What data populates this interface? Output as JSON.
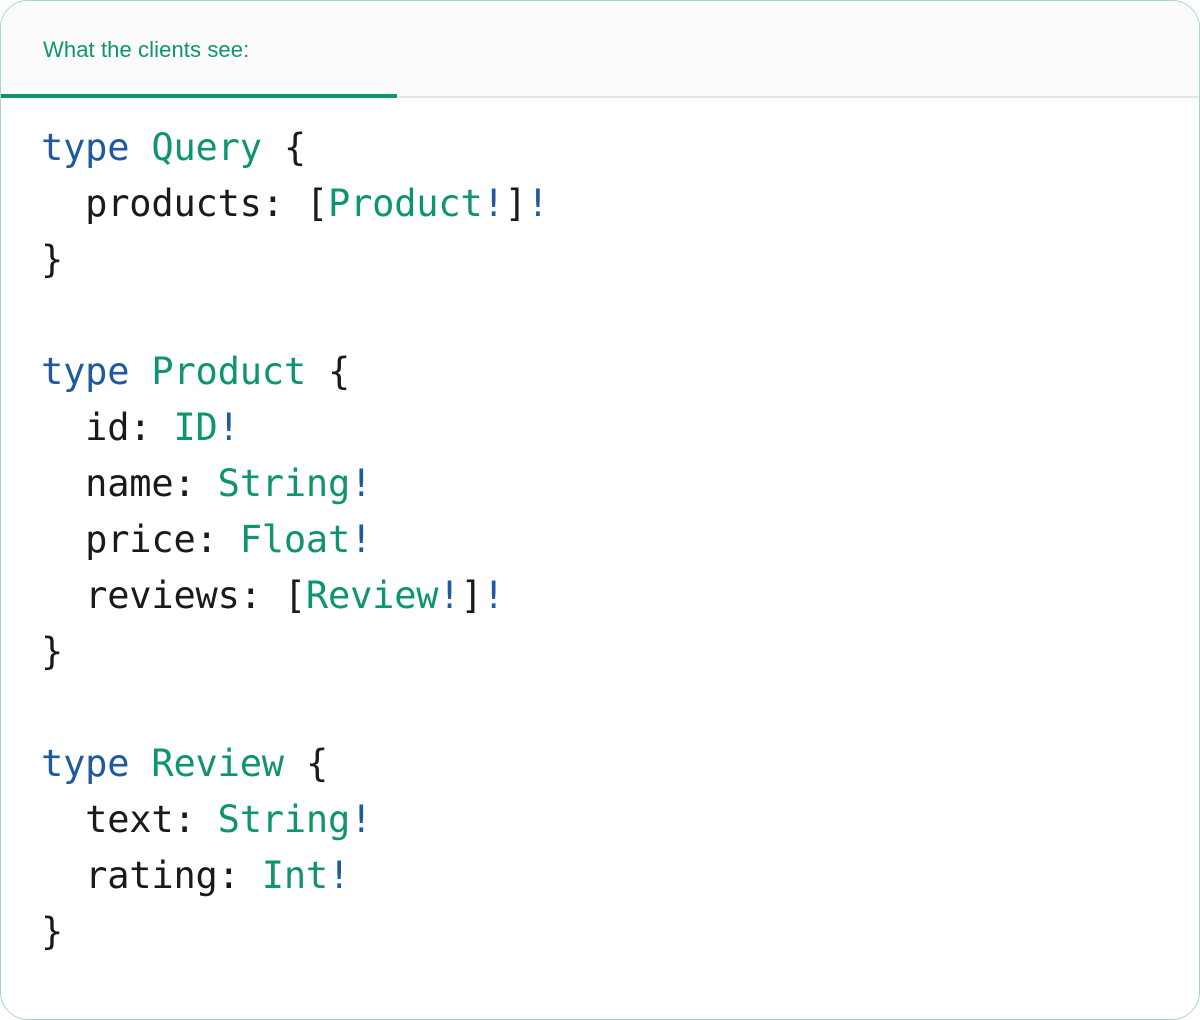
{
  "card": {
    "border_color": "#a9d6c2",
    "background": "#ffffff"
  },
  "header": {
    "background": "#fbfbfb",
    "accent_color": "#0f9471",
    "rule_color": "#e6e6e6",
    "tabs": [
      {
        "label": "What the clients see:",
        "active": true
      }
    ]
  },
  "code": {
    "language": "graphql",
    "colors": {
      "keyword": "#205a9e",
      "type_name": "#0f9471",
      "field_name": "#1a1a1a",
      "punctuation": "#1a1a1a",
      "non_null_bang": "#205a9e",
      "background": "#ffffff"
    },
    "lines": [
      {
        "indent": 0,
        "tokens": [
          {
            "t": "type",
            "c": "kw"
          },
          {
            "t": " ",
            "c": "punct"
          },
          {
            "t": "Query",
            "c": "type"
          },
          {
            "t": " ",
            "c": "punct"
          },
          {
            "t": "{",
            "c": "punct"
          }
        ]
      },
      {
        "indent": 1,
        "tokens": [
          {
            "t": "products:",
            "c": "field"
          },
          {
            "t": " ",
            "c": "punct"
          },
          {
            "t": "[",
            "c": "punct"
          },
          {
            "t": "Product",
            "c": "type"
          },
          {
            "t": "!",
            "c": "bang"
          },
          {
            "t": "]",
            "c": "punct"
          },
          {
            "t": "!",
            "c": "bang"
          }
        ]
      },
      {
        "indent": 0,
        "tokens": [
          {
            "t": "}",
            "c": "punct"
          }
        ]
      },
      {
        "indent": 0,
        "tokens": []
      },
      {
        "indent": 0,
        "tokens": [
          {
            "t": "type",
            "c": "kw"
          },
          {
            "t": " ",
            "c": "punct"
          },
          {
            "t": "Product",
            "c": "type"
          },
          {
            "t": " ",
            "c": "punct"
          },
          {
            "t": "{",
            "c": "punct"
          }
        ]
      },
      {
        "indent": 1,
        "tokens": [
          {
            "t": "id:",
            "c": "field"
          },
          {
            "t": " ",
            "c": "punct"
          },
          {
            "t": "ID",
            "c": "type"
          },
          {
            "t": "!",
            "c": "bang"
          }
        ]
      },
      {
        "indent": 1,
        "tokens": [
          {
            "t": "name:",
            "c": "field"
          },
          {
            "t": " ",
            "c": "punct"
          },
          {
            "t": "String",
            "c": "type"
          },
          {
            "t": "!",
            "c": "bang"
          }
        ]
      },
      {
        "indent": 1,
        "tokens": [
          {
            "t": "price:",
            "c": "field"
          },
          {
            "t": " ",
            "c": "punct"
          },
          {
            "t": "Float",
            "c": "type"
          },
          {
            "t": "!",
            "c": "bang"
          }
        ]
      },
      {
        "indent": 1,
        "tokens": [
          {
            "t": "reviews:",
            "c": "field"
          },
          {
            "t": " ",
            "c": "punct"
          },
          {
            "t": "[",
            "c": "punct"
          },
          {
            "t": "Review",
            "c": "type"
          },
          {
            "t": "!",
            "c": "bang"
          },
          {
            "t": "]",
            "c": "punct"
          },
          {
            "t": "!",
            "c": "bang"
          }
        ]
      },
      {
        "indent": 0,
        "tokens": [
          {
            "t": "}",
            "c": "punct"
          }
        ]
      },
      {
        "indent": 0,
        "tokens": []
      },
      {
        "indent": 0,
        "tokens": [
          {
            "t": "type",
            "c": "kw"
          },
          {
            "t": " ",
            "c": "punct"
          },
          {
            "t": "Review",
            "c": "type"
          },
          {
            "t": " ",
            "c": "punct"
          },
          {
            "t": "{",
            "c": "punct"
          }
        ]
      },
      {
        "indent": 1,
        "tokens": [
          {
            "t": "text:",
            "c": "field"
          },
          {
            "t": " ",
            "c": "punct"
          },
          {
            "t": "String",
            "c": "type"
          },
          {
            "t": "!",
            "c": "bang"
          }
        ]
      },
      {
        "indent": 1,
        "tokens": [
          {
            "t": "rating:",
            "c": "field"
          },
          {
            "t": " ",
            "c": "punct"
          },
          {
            "t": "Int",
            "c": "type"
          },
          {
            "t": "!",
            "c": "bang"
          }
        ]
      },
      {
        "indent": 0,
        "tokens": [
          {
            "t": "}",
            "c": "punct"
          }
        ]
      }
    ]
  }
}
